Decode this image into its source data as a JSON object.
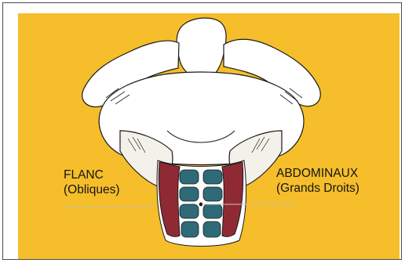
{
  "colors": {
    "background": "#f5be2a",
    "muscle_red": "#8f2a34",
    "abdominal_teal": "#2e6a78",
    "body_white": "#ffffff",
    "outline": "#1a1a1a",
    "frame_border": "#4a4a4a"
  },
  "labels": {
    "flanc": {
      "line1": "FLANC",
      "line2": "(Obliques)"
    },
    "abdominaux": {
      "line1": "ABDOMINAUX",
      "line2": "(Grands Droits)"
    }
  }
}
